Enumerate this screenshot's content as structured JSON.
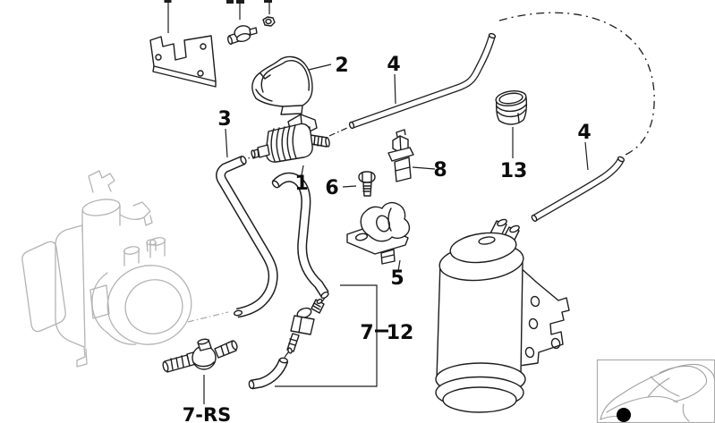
{
  "diagram": {
    "type": "exploded-parts-diagram",
    "background": "#ffffff",
    "ink_color": "#1d1d1d",
    "faded_color": "#b4b4b4",
    "marker_color": "#000000",
    "callouts": {
      "valve": "1",
      "holder": "2",
      "hose_front": "3",
      "hose_top": "4",
      "hose_rear": "4",
      "clamp": "5",
      "screw": "6",
      "distributor": "7",
      "distributor_alt": "12",
      "connector": "8",
      "sealing_cap": "13",
      "check_valve": "7-RS"
    }
  }
}
